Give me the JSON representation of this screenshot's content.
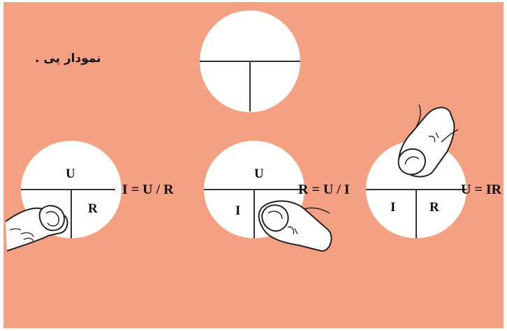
{
  "title": "نمودار پی .",
  "colors": {
    "background": "#f4a183",
    "circle": "#ffffff",
    "line": "#333333",
    "text": "#111111"
  },
  "circles": [
    {
      "id": "top",
      "top": "",
      "bottom_left": "",
      "bottom_right": "",
      "formula": "",
      "finger_covers": "none"
    },
    {
      "id": "left",
      "top": "U",
      "bottom_left": "",
      "bottom_right": "R",
      "formula": "I = U / R",
      "finger_covers": "I"
    },
    {
      "id": "middle",
      "top": "U",
      "bottom_left": "I",
      "bottom_right": "",
      "formula": "R = U / I",
      "finger_covers": "R"
    },
    {
      "id": "right",
      "top": "",
      "bottom_left": "I",
      "bottom_right": "R",
      "formula": "U = IR",
      "finger_covers": "U"
    }
  ],
  "icons": [
    "finger-icon"
  ]
}
